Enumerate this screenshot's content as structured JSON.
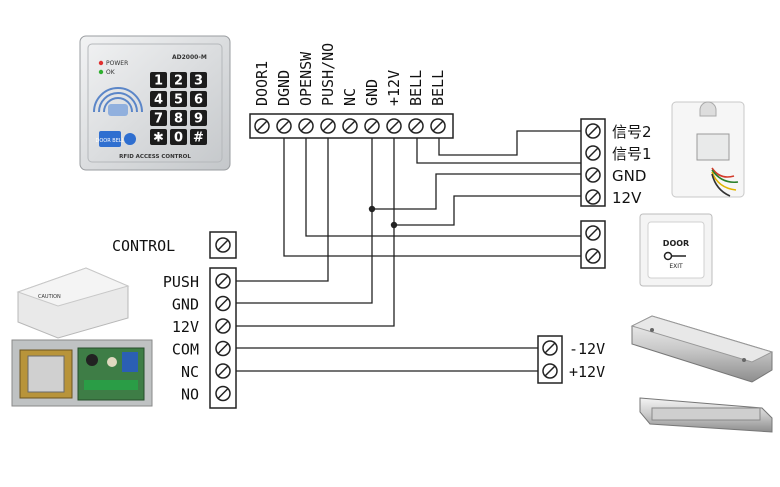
{
  "keypad": {
    "model": "AD2000-M",
    "leds": [
      "POWER",
      "OK"
    ],
    "keys": [
      "1",
      "2",
      "3",
      "4",
      "5",
      "6",
      "7",
      "8",
      "9",
      "✱",
      "0",
      "#"
    ],
    "doorbell_label": "DOOR BELL",
    "caption": "RFID ACCESS CONTROL"
  },
  "top_terminals": [
    "DOOR1",
    "DGND",
    "OPENSW",
    "PUSH/NO",
    "NC",
    "GND",
    "+12V",
    "BELL",
    "BELL"
  ],
  "bell_terminals": [
    "信号2",
    "信号1",
    "GND",
    "12V"
  ],
  "control_label": "CONTROL",
  "power_terminals": [
    "PUSH",
    "GND",
    "12V",
    "COM",
    "NC",
    "NO"
  ],
  "lock_terminals": [
    "-12V",
    "+12V"
  ],
  "exit_button": {
    "line1": "DOOR",
    "line2": "EXIT"
  },
  "psu": {
    "caution": "CAUTION"
  },
  "colors": {
    "wire": "#222222",
    "keypad_body": "#d8dadc",
    "key": "#1c1c1c",
    "doorbell_key": "#2f6fd0"
  }
}
